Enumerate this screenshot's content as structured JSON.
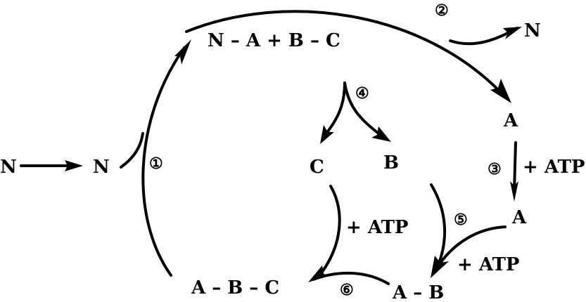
{
  "labels": {
    "n_input": "N",
    "n_bound": "N",
    "complex": "N – A + B – C",
    "n_released": "N",
    "a_first": "A",
    "a_second": "A",
    "c": "C",
    "b": "B",
    "ab": "A – B",
    "abc": "A – B – C"
  },
  "steps": {
    "s1": "①",
    "s2": "②",
    "s3": "③",
    "s4": "④",
    "s5": "⑤",
    "s6": "⑥"
  },
  "cofactors": {
    "atp_step3": "+ ATP",
    "atp_step5": "+ ATP",
    "atp_c": "+ ATP"
  }
}
